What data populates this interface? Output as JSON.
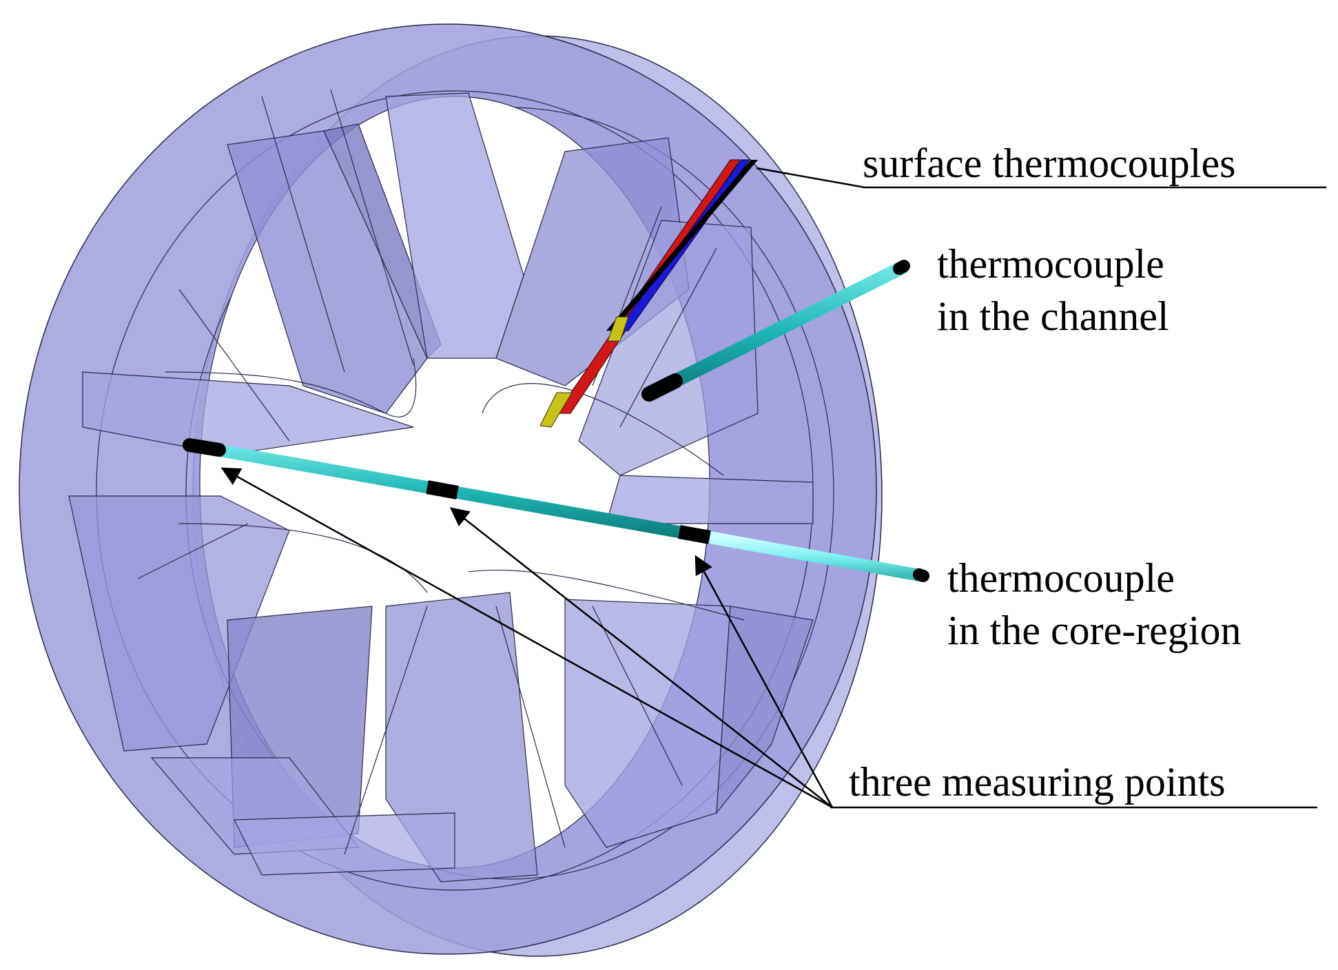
{
  "labels": {
    "surface_thermocouples": "surface thermocouples",
    "channel_line1": "thermocouple",
    "channel_line2": "in the channel",
    "core_line1": "thermocouple",
    "core_line2": "in the core-region",
    "measuring_points": "three measuring points"
  },
  "colors": {
    "body_fill": "#a8a8e6",
    "body_fill_dark": "#8c8cd0",
    "outline": "#2a2a4a",
    "probe": "#1fb6b6",
    "probe_light": "#7ef0f0",
    "probe_tip": "#000000",
    "tc_red": "#d01818",
    "tc_blue": "#1a1ad6",
    "tc_yellow": "#c8c21a",
    "leader": "#000000"
  }
}
